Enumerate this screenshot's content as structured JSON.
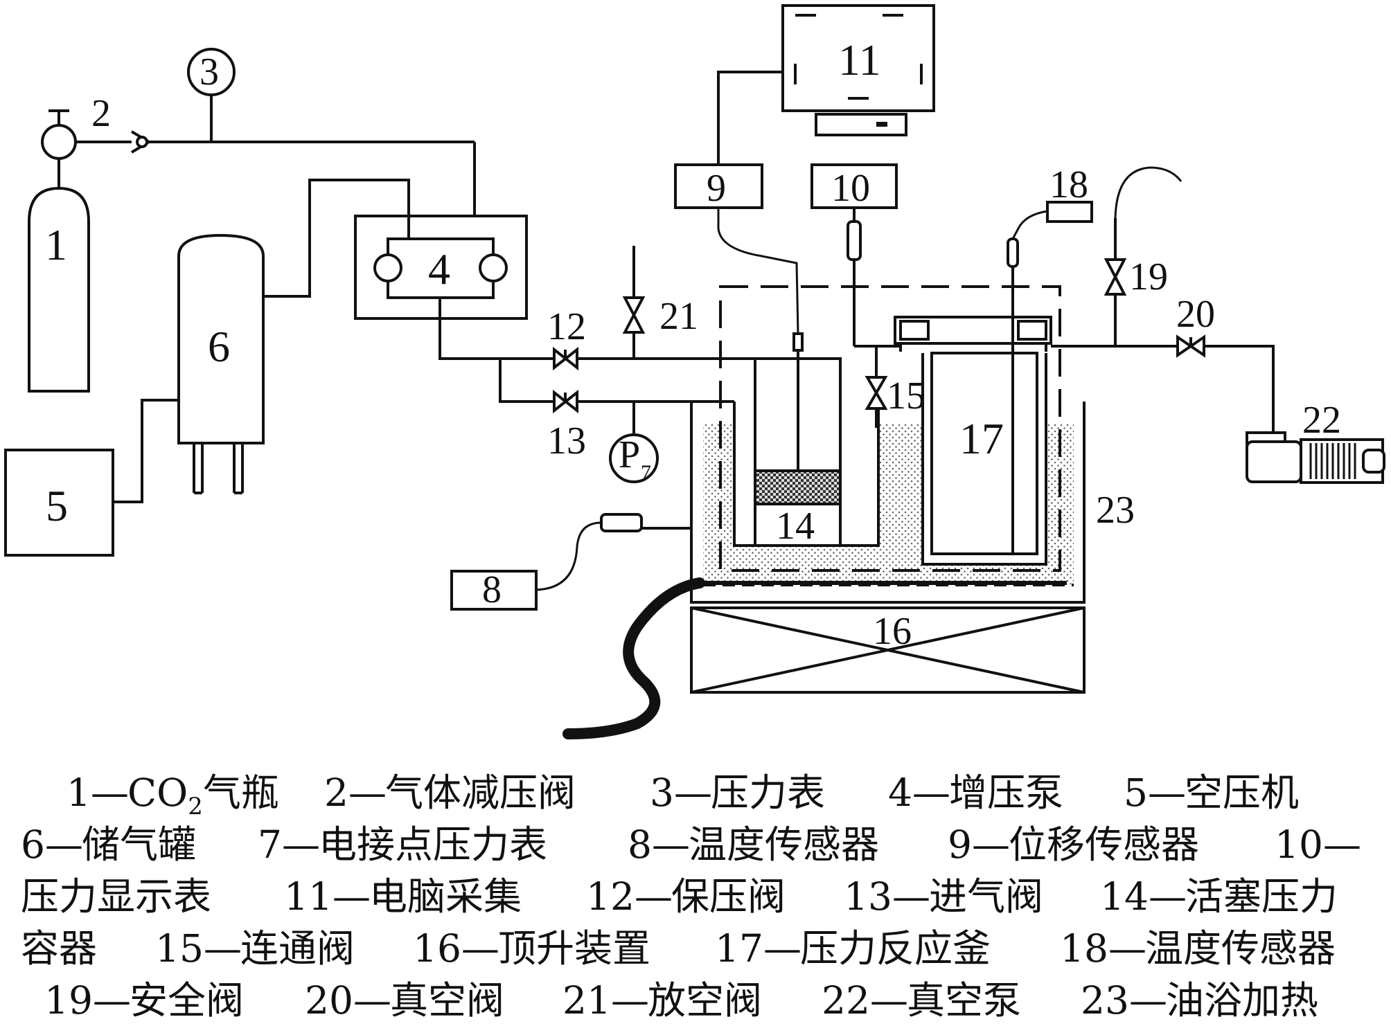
{
  "labels": {
    "n1": "1",
    "n2": "2",
    "n3": "3",
    "n4": "4",
    "n5": "5",
    "n6": "6",
    "n7_prefix": "P",
    "n7_sub": "7",
    "n8": "8",
    "n9": "9",
    "n10": "10",
    "n11": "11",
    "n12": "12",
    "n13": "13",
    "n14": "14",
    "n15": "15",
    "n16": "16",
    "n17": "17",
    "n18": "18",
    "n19": "19",
    "n20": "20",
    "n21": "21",
    "n22": "22",
    "n23": "23"
  },
  "legend": [
    {
      "num": "1",
      "name_pre": "CO",
      "name_sub": "2",
      "name_post": "气瓶"
    },
    {
      "num": "2",
      "name": "气体减压阀"
    },
    {
      "num": "3",
      "name": "压力表"
    },
    {
      "num": "4",
      "name": "增压泵"
    },
    {
      "num": "5",
      "name": "空压机"
    },
    {
      "num": "6",
      "name": "储气罐"
    },
    {
      "num": "7",
      "name": "电接点压力表"
    },
    {
      "num": "8",
      "name": "温度传感器"
    },
    {
      "num": "9",
      "name": "位移传感器"
    },
    {
      "num": "10",
      "name": ""
    },
    {
      "num": "",
      "name": "压力显示表"
    },
    {
      "num": "11",
      "name": "电脑采集"
    },
    {
      "num": "12",
      "name": "保压阀"
    },
    {
      "num": "13",
      "name": "进气阀"
    },
    {
      "num": "14",
      "name": "活塞压力"
    },
    {
      "num": "",
      "name": "容器"
    },
    {
      "num": "15",
      "name": "连通阀"
    },
    {
      "num": "16",
      "name": "顶升装置"
    },
    {
      "num": "17",
      "name": "压力反应釜"
    },
    {
      "num": "18",
      "name": "温度传感器"
    },
    {
      "num": "19",
      "name": "安全阀"
    },
    {
      "num": "20",
      "name": "真空阀"
    },
    {
      "num": "21",
      "name": "放空阀"
    },
    {
      "num": "22",
      "name": "真空泵"
    },
    {
      "num": "23",
      "name": "油浴加热"
    }
  ],
  "dash": "—"
}
